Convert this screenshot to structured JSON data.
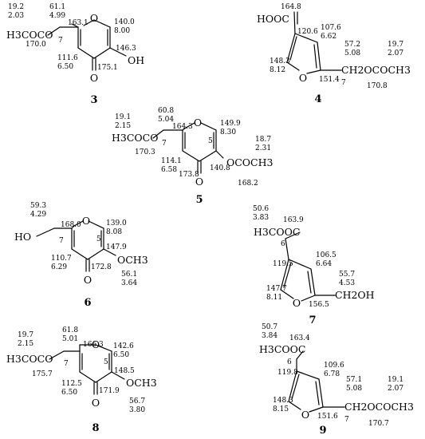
{
  "figure": {
    "compounds": [
      {
        "number": "3",
        "atoms": {
          "o_ring": "O",
          "c_o": "O",
          "h3c_group": "H3COCO",
          "oh": "OH"
        },
        "c_labels": [
          "7"
        ],
        "shifts": [
          [
            "19.2",
            "2.03"
          ],
          [
            "61.1",
            "4.99"
          ],
          [
            "163.1"
          ],
          [
            "140.0",
            "8.00"
          ],
          [
            "170.0"
          ],
          [
            "146.3"
          ],
          [
            "111.6",
            "6.50"
          ],
          [
            "175.1"
          ]
        ]
      },
      {
        "number": "4",
        "atoms": {
          "hooc": "HOOC",
          "o_ring": "O",
          "ester": "CH2OCOCH3"
        },
        "c_labels": [
          "7"
        ],
        "shifts": [
          [
            "164.8"
          ],
          [
            "120.6"
          ],
          [
            "107.6",
            "6.62"
          ],
          [
            "57.2",
            "5.08"
          ],
          [
            "19.7",
            "2.07"
          ],
          [
            "148.3",
            "8.12"
          ],
          [
            "151.4"
          ],
          [
            "170.8"
          ]
        ]
      },
      {
        "number": "5",
        "atoms": {
          "o_ring": "O",
          "c_o": "O",
          "h3c_group": "H3COCO",
          "oac": "OCOCH3"
        },
        "c_labels": [
          "7",
          "5"
        ],
        "shifts": [
          [
            "19.1",
            "2.15"
          ],
          [
            "60.8",
            "5.04"
          ],
          [
            "164.3"
          ],
          [
            "149.9",
            "8.30"
          ],
          [
            "170.3"
          ],
          [
            "114.1",
            "6.58"
          ],
          [
            "18.7",
            "2.31"
          ],
          [
            "173.8"
          ],
          [
            "140.8"
          ],
          [
            "168.2"
          ]
        ]
      },
      {
        "number": "6",
        "atoms": {
          "o_ring": "O",
          "c_o": "O",
          "ho": "HO",
          "och3": "OCH3"
        },
        "c_labels": [
          "7",
          "5"
        ],
        "shifts": [
          [
            "59.3",
            "4.29"
          ],
          [
            "168.0"
          ],
          [
            "139.0",
            "8.08"
          ],
          [
            "147.9"
          ],
          [
            "110.7",
            "6.29"
          ],
          [
            "172.8"
          ],
          [
            "56.1",
            "3.64"
          ]
        ]
      },
      {
        "number": "7",
        "atoms": {
          "h3c_group": "H3COOC",
          "o_ring": "O",
          "ch2oh": "CH2OH"
        },
        "c_labels": [
          "6"
        ],
        "shifts": [
          [
            "50.6",
            "3.83"
          ],
          [
            "163.9"
          ],
          [
            "119.5"
          ],
          [
            "106.5",
            "6.64"
          ],
          [
            "55.7",
            "4.53"
          ],
          [
            "147.7",
            "8.11"
          ],
          [
            "156.5"
          ]
        ]
      },
      {
        "number": "8",
        "atoms": {
          "o_ring": "O",
          "c_o": "O",
          "h3c_group": "H3COCO",
          "och3": "OCH3"
        },
        "c_labels": [
          "7",
          "5"
        ],
        "shifts": [
          [
            "19.7",
            "2.15"
          ],
          [
            "61.8",
            "5.01"
          ],
          [
            "166.3"
          ],
          [
            "142.6",
            "6.50"
          ],
          [
            "175.7"
          ],
          [
            "148.5"
          ],
          [
            "112.5",
            "6.50"
          ],
          [
            "171.9"
          ],
          [
            "56.7",
            "3.80"
          ]
        ]
      },
      {
        "number": "9",
        "atoms": {
          "h3c_group": "H3COOC",
          "o_ring": "O",
          "ester": "CH2OCOCH3"
        },
        "c_labels": [
          "6",
          "7"
        ],
        "shifts": [
          [
            "50.7",
            "3.84"
          ],
          [
            "163.4"
          ],
          [
            "109.6",
            "6.78"
          ],
          [
            "119.8"
          ],
          [
            "57.1",
            "5.08"
          ],
          [
            "19.1",
            "2.07"
          ],
          [
            "148.3",
            "8.15"
          ],
          [
            "151.6"
          ],
          [
            "170.7"
          ]
        ]
      }
    ]
  }
}
